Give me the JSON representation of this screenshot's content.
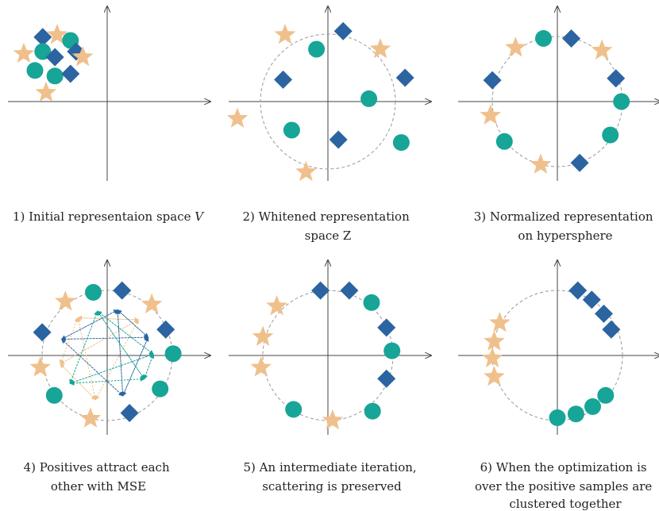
{
  "colors": {
    "axis": "#444444",
    "circle_guide": "#999999",
    "star": "#f0c08c",
    "diamond": "#2b64a0",
    "dot": "#17a597",
    "arrow_blue": "#2b64a0",
    "arrow_teal": "#17a597",
    "arrow_orange": "#f0c08c"
  },
  "panels": [
    {
      "caption_lines": [
        {
          "text": "1) Initial representaion space ",
          "italic_suffix": "V"
        }
      ],
      "has_guide_circle": false,
      "shapes": [
        {
          "kind": "diamond-icon",
          "u": -0.58,
          "v": 0.58
        },
        {
          "kind": "star-icon",
          "u": -0.45,
          "v": 0.6
        },
        {
          "kind": "dot-icon",
          "u": -0.33,
          "v": 0.55
        },
        {
          "kind": "diamond-icon",
          "u": -0.28,
          "v": 0.45
        },
        {
          "kind": "star-icon",
          "u": -0.75,
          "v": 0.43
        },
        {
          "kind": "dot-icon",
          "u": -0.58,
          "v": 0.45
        },
        {
          "kind": "diamond-icon",
          "u": -0.47,
          "v": 0.4
        },
        {
          "kind": "star-icon",
          "u": -0.22,
          "v": 0.4
        },
        {
          "kind": "dot-icon",
          "u": -0.65,
          "v": 0.28
        },
        {
          "kind": "dot-icon",
          "u": -0.47,
          "v": 0.23
        },
        {
          "kind": "diamond-icon",
          "u": -0.33,
          "v": 0.25
        },
        {
          "kind": "star-icon",
          "u": -0.55,
          "v": 0.08
        }
      ]
    },
    {
      "caption_lines": [
        {
          "text": "2)  Whitened representation"
        },
        {
          "text": "space Z"
        }
      ],
      "has_guide_circle": true,
      "shapes": [
        {
          "kind": "star-icon",
          "u": -0.45,
          "v": 0.7
        },
        {
          "kind": "diamond-icon",
          "u": 0.16,
          "v": 0.74
        },
        {
          "kind": "dot-icon",
          "u": -0.12,
          "v": 0.55
        },
        {
          "kind": "star-icon",
          "u": 0.55,
          "v": 0.55
        },
        {
          "kind": "diamond-icon",
          "u": -0.47,
          "v": 0.23
        },
        {
          "kind": "diamond-icon",
          "u": 0.81,
          "v": 0.25
        },
        {
          "kind": "dot-icon",
          "u": 0.43,
          "v": 0.03
        },
        {
          "kind": "star-icon",
          "u": -0.95,
          "v": -0.18
        },
        {
          "kind": "dot-icon",
          "u": -0.38,
          "v": -0.3
        },
        {
          "kind": "diamond-icon",
          "u": 0.11,
          "v": -0.4
        },
        {
          "kind": "dot-icon",
          "u": 0.77,
          "v": -0.43
        },
        {
          "kind": "star-icon",
          "u": -0.23,
          "v": -0.74
        }
      ]
    },
    {
      "caption_lines": [
        {
          "text": "3)  Normalized representation"
        },
        {
          "text": "on hypersphere"
        }
      ],
      "has_guide_circle": true,
      "shapes": [
        {
          "kind": "dot-icon",
          "u": -0.15,
          "v": 0.68
        },
        {
          "kind": "diamond-icon",
          "u": 0.15,
          "v": 0.68
        },
        {
          "kind": "star-icon",
          "u": -0.45,
          "v": 0.58
        },
        {
          "kind": "star-icon",
          "u": 0.48,
          "v": 0.55
        },
        {
          "kind": "diamond-icon",
          "u": -0.7,
          "v": 0.23
        },
        {
          "kind": "diamond-icon",
          "u": 0.63,
          "v": 0.25
        },
        {
          "kind": "dot-icon",
          "u": 0.69,
          "v": 0.0
        },
        {
          "kind": "star-icon",
          "u": -0.72,
          "v": -0.15
        },
        {
          "kind": "dot-icon",
          "u": -0.57,
          "v": -0.43
        },
        {
          "kind": "dot-icon",
          "u": 0.57,
          "v": -0.36
        },
        {
          "kind": "star-icon",
          "u": -0.18,
          "v": -0.68
        },
        {
          "kind": "diamond-icon",
          "u": 0.24,
          "v": -0.66
        }
      ]
    },
    {
      "caption_lines": [
        {
          "text": "4)  Positives attract each"
        },
        {
          "text": "other with MSE"
        }
      ],
      "has_guide_circle": true,
      "has_arrows": true,
      "shapes": [
        {
          "kind": "dot-icon",
          "u": -0.15,
          "v": 0.68
        },
        {
          "kind": "diamond-icon",
          "u": 0.16,
          "v": 0.7
        },
        {
          "kind": "star-icon",
          "u": -0.45,
          "v": 0.58
        },
        {
          "kind": "star-icon",
          "u": 0.48,
          "v": 0.55
        },
        {
          "kind": "diamond-icon",
          "u": -0.7,
          "v": 0.25
        },
        {
          "kind": "diamond-icon",
          "u": 0.63,
          "v": 0.28
        },
        {
          "kind": "dot-icon",
          "u": 0.71,
          "v": 0.02
        },
        {
          "kind": "star-icon",
          "u": -0.72,
          "v": -0.13
        },
        {
          "kind": "dot-icon",
          "u": -0.57,
          "v": -0.43
        },
        {
          "kind": "dot-icon",
          "u": 0.57,
          "v": -0.36
        },
        {
          "kind": "star-icon",
          "u": -0.18,
          "v": -0.68
        },
        {
          "kind": "diamond-icon",
          "u": 0.24,
          "v": -0.62
        }
      ]
    },
    {
      "caption_lines": [
        {
          "text": "5)  An intermediate iteration,"
        },
        {
          "text": "scattering is preserved"
        }
      ],
      "has_guide_circle": true,
      "shapes": [
        {
          "kind": "diamond-icon",
          "u": -0.08,
          "v": 0.7
        },
        {
          "kind": "diamond-icon",
          "u": 0.23,
          "v": 0.7
        },
        {
          "kind": "dot-icon",
          "u": 0.47,
          "v": 0.57
        },
        {
          "kind": "star-icon",
          "u": -0.55,
          "v": 0.53
        },
        {
          "kind": "diamond-icon",
          "u": 0.63,
          "v": 0.3
        },
        {
          "kind": "star-icon",
          "u": -0.7,
          "v": 0.2
        },
        {
          "kind": "dot-icon",
          "u": 0.69,
          "v": 0.05
        },
        {
          "kind": "star-icon",
          "u": -0.72,
          "v": -0.13
        },
        {
          "kind": "diamond-icon",
          "u": 0.63,
          "v": -0.25
        },
        {
          "kind": "dot-icon",
          "u": -0.37,
          "v": -0.58
        },
        {
          "kind": "dot-icon",
          "u": 0.48,
          "v": -0.6
        },
        {
          "kind": "star-icon",
          "u": 0.05,
          "v": -0.7
        }
      ]
    },
    {
      "caption_lines": [
        {
          "text": "6) When the optimization is"
        },
        {
          "text": "over the positive samples are"
        },
        {
          "text": "clustered together"
        }
      ],
      "has_guide_circle": true,
      "shapes": [
        {
          "kind": "diamond-icon",
          "u": 0.22,
          "v": 0.7
        },
        {
          "kind": "diamond-icon",
          "u": 0.37,
          "v": 0.6
        },
        {
          "kind": "diamond-icon",
          "u": 0.5,
          "v": 0.45
        },
        {
          "kind": "diamond-icon",
          "u": 0.58,
          "v": 0.28
        },
        {
          "kind": "star-icon",
          "u": -0.62,
          "v": 0.35
        },
        {
          "kind": "star-icon",
          "u": -0.68,
          "v": 0.15
        },
        {
          "kind": "star-icon",
          "u": -0.7,
          "v": -0.03
        },
        {
          "kind": "star-icon",
          "u": -0.68,
          "v": -0.23
        },
        {
          "kind": "dot-icon",
          "u": 0.52,
          "v": -0.43
        },
        {
          "kind": "dot-icon",
          "u": 0.38,
          "v": -0.55
        },
        {
          "kind": "dot-icon",
          "u": 0.2,
          "v": -0.63
        },
        {
          "kind": "dot-icon",
          "u": 0.0,
          "v": -0.67
        }
      ]
    }
  ]
}
